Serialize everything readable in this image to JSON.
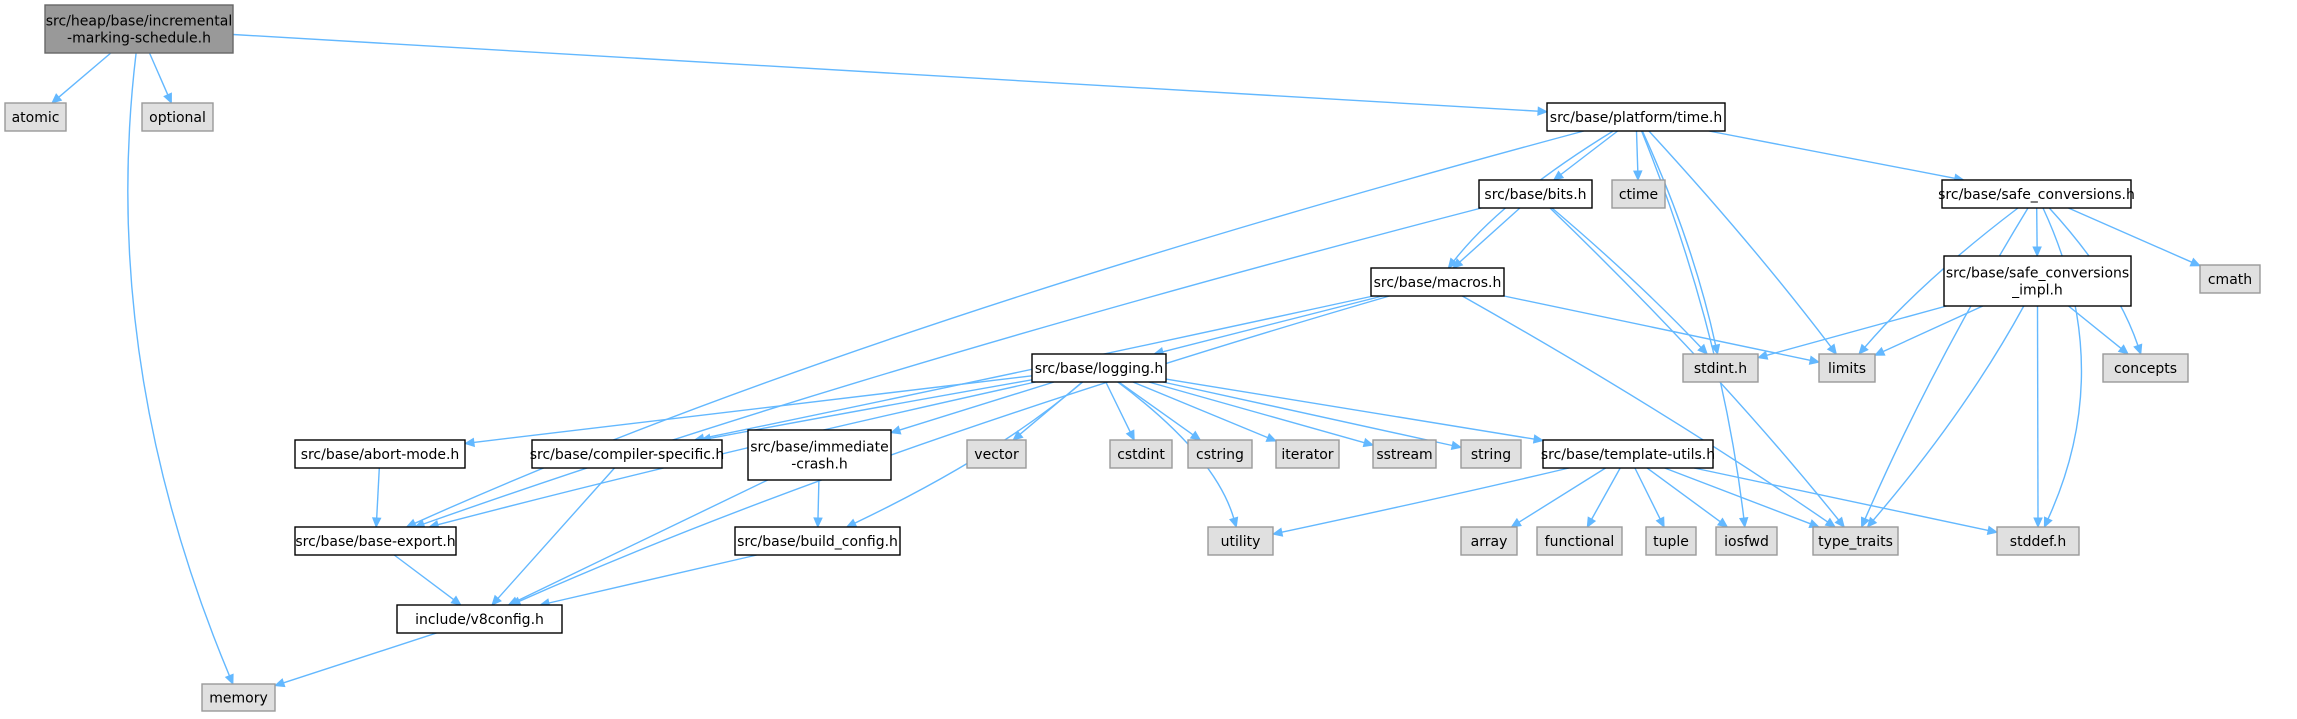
{
  "nodes": [
    {
      "id": "root",
      "kind": "root",
      "lines": [
        "src/heap/base/incremental",
        "-marking-schedule.h"
      ]
    },
    {
      "id": "atomic",
      "kind": "sys",
      "lines": [
        "atomic"
      ]
    },
    {
      "id": "optional",
      "kind": "sys",
      "lines": [
        "optional"
      ]
    },
    {
      "id": "memory",
      "kind": "sys",
      "lines": [
        "memory"
      ]
    },
    {
      "id": "time",
      "kind": "file",
      "lines": [
        "src/base/platform/time.h"
      ]
    },
    {
      "id": "bits",
      "kind": "file",
      "lines": [
        "src/base/bits.h"
      ]
    },
    {
      "id": "ctime",
      "kind": "sys",
      "lines": [
        "ctime"
      ]
    },
    {
      "id": "safe_conv",
      "kind": "file",
      "lines": [
        "src/base/safe_conversions.h"
      ]
    },
    {
      "id": "cmath",
      "kind": "sys",
      "lines": [
        "cmath"
      ]
    },
    {
      "id": "macros",
      "kind": "file",
      "lines": [
        "src/base/macros.h"
      ]
    },
    {
      "id": "safe_conv_impl",
      "kind": "file",
      "lines": [
        "src/base/safe_conversions",
        "_impl.h"
      ]
    },
    {
      "id": "stdint",
      "kind": "sys",
      "lines": [
        "stdint.h"
      ]
    },
    {
      "id": "limits",
      "kind": "sys",
      "lines": [
        "limits"
      ]
    },
    {
      "id": "concepts",
      "kind": "sys",
      "lines": [
        "concepts"
      ]
    },
    {
      "id": "logging",
      "kind": "file",
      "lines": [
        "src/base/logging.h"
      ]
    },
    {
      "id": "abort_mode",
      "kind": "file",
      "lines": [
        "src/base/abort-mode.h"
      ]
    },
    {
      "id": "compiler_specific",
      "kind": "file",
      "lines": [
        "src/base/compiler-specific.h"
      ]
    },
    {
      "id": "immediate_crash",
      "kind": "file",
      "lines": [
        "src/base/immediate",
        "-crash.h"
      ]
    },
    {
      "id": "vector",
      "kind": "sys",
      "lines": [
        "vector"
      ]
    },
    {
      "id": "cstdint",
      "kind": "sys",
      "lines": [
        "cstdint"
      ]
    },
    {
      "id": "cstring",
      "kind": "sys",
      "lines": [
        "cstring"
      ]
    },
    {
      "id": "iterator",
      "kind": "sys",
      "lines": [
        "iterator"
      ]
    },
    {
      "id": "sstream",
      "kind": "sys",
      "lines": [
        "sstream"
      ]
    },
    {
      "id": "string",
      "kind": "sys",
      "lines": [
        "string"
      ]
    },
    {
      "id": "template_utils",
      "kind": "file",
      "lines": [
        "src/base/template-utils.h"
      ]
    },
    {
      "id": "base_export",
      "kind": "file",
      "lines": [
        "src/base/base-export.h"
      ]
    },
    {
      "id": "build_config",
      "kind": "file",
      "lines": [
        "src/base/build_config.h"
      ]
    },
    {
      "id": "utility",
      "kind": "sys",
      "lines": [
        "utility"
      ]
    },
    {
      "id": "array",
      "kind": "sys",
      "lines": [
        "array"
      ]
    },
    {
      "id": "functional",
      "kind": "sys",
      "lines": [
        "functional"
      ]
    },
    {
      "id": "tuple",
      "kind": "sys",
      "lines": [
        "tuple"
      ]
    },
    {
      "id": "iosfwd",
      "kind": "sys",
      "lines": [
        "iosfwd"
      ]
    },
    {
      "id": "type_traits",
      "kind": "sys",
      "lines": [
        "type_traits"
      ]
    },
    {
      "id": "stddef",
      "kind": "sys",
      "lines": [
        "stddef.h"
      ]
    },
    {
      "id": "v8config",
      "kind": "file",
      "lines": [
        "include/v8config.h"
      ]
    }
  ],
  "edges": [
    [
      "root",
      "atomic"
    ],
    [
      "root",
      "optional"
    ],
    [
      "root",
      "memory"
    ],
    [
      "root",
      "time"
    ],
    [
      "time",
      "base_export"
    ],
    [
      "time",
      "macros"
    ],
    [
      "time",
      "bits"
    ],
    [
      "time",
      "ctime"
    ],
    [
      "time",
      "stdint"
    ],
    [
      "time",
      "iosfwd"
    ],
    [
      "time",
      "limits"
    ],
    [
      "time",
      "safe_conv"
    ],
    [
      "bits",
      "base_export"
    ],
    [
      "bits",
      "macros"
    ],
    [
      "bits",
      "stdint"
    ],
    [
      "bits",
      "type_traits"
    ],
    [
      "safe_conv",
      "limits"
    ],
    [
      "safe_conv",
      "type_traits"
    ],
    [
      "safe_conv",
      "safe_conv_impl"
    ],
    [
      "safe_conv",
      "concepts"
    ],
    [
      "safe_conv",
      "cmath"
    ],
    [
      "safe_conv",
      "stddef"
    ],
    [
      "safe_conv_impl",
      "stdint"
    ],
    [
      "safe_conv_impl",
      "limits"
    ],
    [
      "safe_conv_impl",
      "concepts"
    ],
    [
      "safe_conv_impl",
      "type_traits"
    ],
    [
      "safe_conv_impl",
      "stddef"
    ],
    [
      "macros",
      "v8config"
    ],
    [
      "macros",
      "compiler_specific"
    ],
    [
      "macros",
      "logging"
    ],
    [
      "macros",
      "limits"
    ],
    [
      "macros",
      "type_traits"
    ],
    [
      "logging",
      "abort_mode"
    ],
    [
      "logging",
      "base_export"
    ],
    [
      "logging",
      "compiler_specific"
    ],
    [
      "logging",
      "immediate_crash"
    ],
    [
      "logging",
      "build_config"
    ],
    [
      "logging",
      "vector"
    ],
    [
      "logging",
      "utility"
    ],
    [
      "logging",
      "cstdint"
    ],
    [
      "logging",
      "cstring"
    ],
    [
      "logging",
      "iterator"
    ],
    [
      "logging",
      "sstream"
    ],
    [
      "logging",
      "string"
    ],
    [
      "logging",
      "template_utils"
    ],
    [
      "abort_mode",
      "base_export"
    ],
    [
      "compiler_specific",
      "v8config"
    ],
    [
      "immediate_crash",
      "build_config"
    ],
    [
      "immediate_crash",
      "v8config"
    ],
    [
      "base_export",
      "v8config"
    ],
    [
      "build_config",
      "v8config"
    ],
    [
      "template_utils",
      "utility"
    ],
    [
      "template_utils",
      "array"
    ],
    [
      "template_utils",
      "functional"
    ],
    [
      "template_utils",
      "tuple"
    ],
    [
      "template_utils",
      "iosfwd"
    ],
    [
      "template_utils",
      "type_traits"
    ],
    [
      "template_utils",
      "stddef"
    ],
    [
      "v8config",
      "memory"
    ]
  ]
}
